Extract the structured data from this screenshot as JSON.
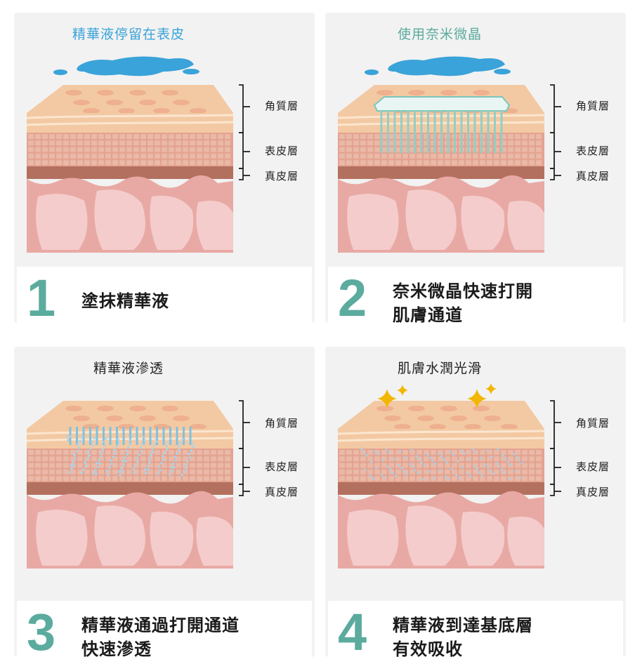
{
  "panels": [
    {
      "title": "精華液停留在表皮",
      "title_color": "#3aa3d9",
      "step_number": "1",
      "step_lines": [
        "塗抹精華液"
      ],
      "extra": "serum"
    },
    {
      "title": "使用奈米微晶",
      "title_color": "#5bab9e",
      "step_number": "2",
      "step_lines": [
        "奈米微晶快速打開",
        "肌膚通道"
      ],
      "extra": "microneedle"
    },
    {
      "title": "精華液滲透",
      "title_color": "#222222",
      "step_number": "3",
      "step_lines": [
        "精華液通過打開通道",
        "快速滲透"
      ],
      "extra": "penetrate"
    },
    {
      "title": "肌膚水潤光滑",
      "title_color": "#222222",
      "step_number": "4",
      "step_lines": [
        "精華液到達基底層",
        "有效吸收"
      ],
      "extra": "sparkle"
    }
  ],
  "layer_labels": [
    "角質層",
    "表皮層",
    "真皮層"
  ],
  "colors": {
    "accent_number": "#5bab9e",
    "serum_blue": "#3aa3d9",
    "sparkle_gold": "#f2b705"
  }
}
